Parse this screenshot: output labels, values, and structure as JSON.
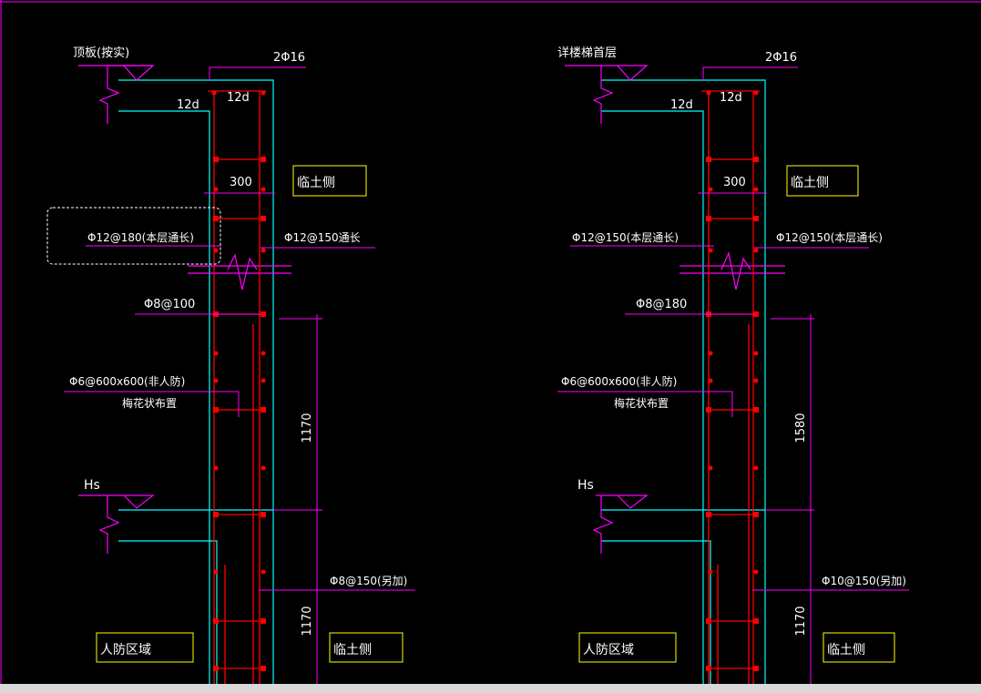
{
  "colors": {
    "bg": "#000000",
    "wall": "#00ffff",
    "rebar": "#ff0000",
    "dim": "#ff00ff",
    "text": "#ffffff",
    "box": "#ffff00"
  },
  "left": {
    "top_note": "顶板(按实)",
    "top_bars": "2Φ16",
    "anchor_outer": "12d",
    "anchor_inner": "12d",
    "thickness": "300",
    "soil_side_top": "临土侧",
    "horiz_inner": "Φ12@180(本层通长)",
    "horiz_outer": "Φ12@150通长",
    "tie_spacing": "Φ8@100",
    "tie_note_1": "Φ6@600x600(非人防)",
    "tie_note_2": "梅花状布置",
    "dim_upper": "1170",
    "level": "Hs",
    "extra_bar": "Φ8@150(另加)",
    "dim_lower": "1170",
    "zone": "人防区域",
    "soil_side_bottom": "临土侧"
  },
  "right": {
    "top_note": "详楼梯首层",
    "top_bars": "2Φ16",
    "anchor_outer": "12d",
    "anchor_inner": "12d",
    "thickness": "300",
    "soil_side_top": "临土侧",
    "horiz_inner": "Φ12@150(本层通长)",
    "horiz_outer": "Φ12@150(本层通长)",
    "tie_spacing": "Φ8@180",
    "tie_note_1": "Φ6@600x600(非人防)",
    "tie_note_2": "梅花状布置",
    "dim_upper": "1580",
    "level": "Hs",
    "extra_bar": "Φ10@150(另加)",
    "dim_lower": "1170",
    "zone": "人防区域",
    "soil_side_bottom": "临土侧"
  }
}
